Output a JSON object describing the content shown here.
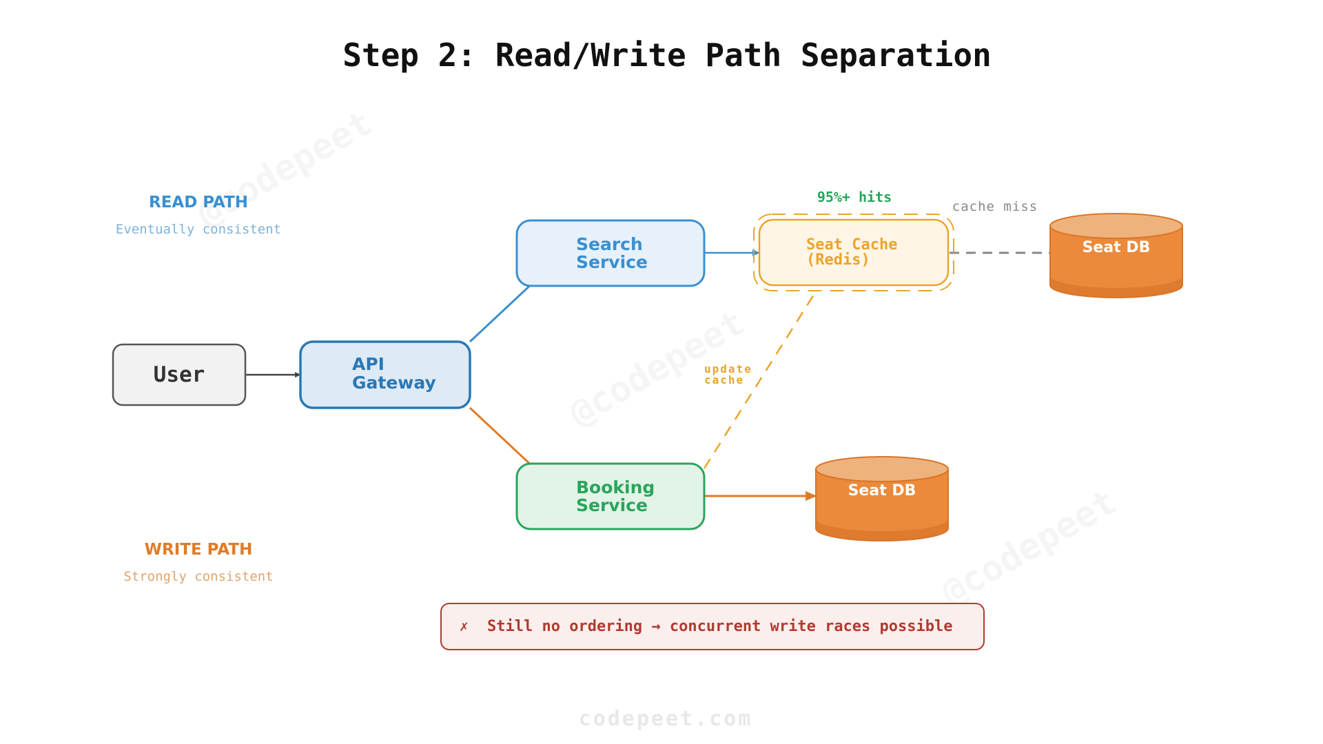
{
  "title": "Step 2: Read/Write Path Separation",
  "read_path": {
    "label": "READ PATH",
    "sublabel": "Eventually consistent"
  },
  "write_path": {
    "label": "WRITE PATH",
    "sublabel": "Strongly consistent"
  },
  "nodes": {
    "user": {
      "label": "User"
    },
    "api_gateway": {
      "line1": "API",
      "line2": "Gateway"
    },
    "search_service": {
      "line1": "Search",
      "line2": "Service"
    },
    "booking_service": {
      "line1": "Booking",
      "line2": "Service"
    },
    "seat_cache": {
      "line1": "Seat Cache",
      "line2": "(Redis)"
    },
    "seat_db_read": {
      "label": "Seat DB"
    },
    "seat_db_write": {
      "label": "Seat DB"
    }
  },
  "annotations": {
    "cache_hits": "95%+ hits",
    "cache_miss": "cache miss",
    "update_cache_line1": "update",
    "update_cache_line2": "cache"
  },
  "warning": {
    "icon": "✗",
    "text": "Still no ordering → concurrent write races possible"
  },
  "watermark": {
    "text": "@codepeet",
    "footer": "codepeet.com"
  },
  "colors": {
    "read": "#3a8fd0",
    "write": "#e07b26",
    "booking": "#2aa55c",
    "cache": "#eaa42a",
    "db": "#ea8a3a",
    "warning": "#b03a30"
  }
}
